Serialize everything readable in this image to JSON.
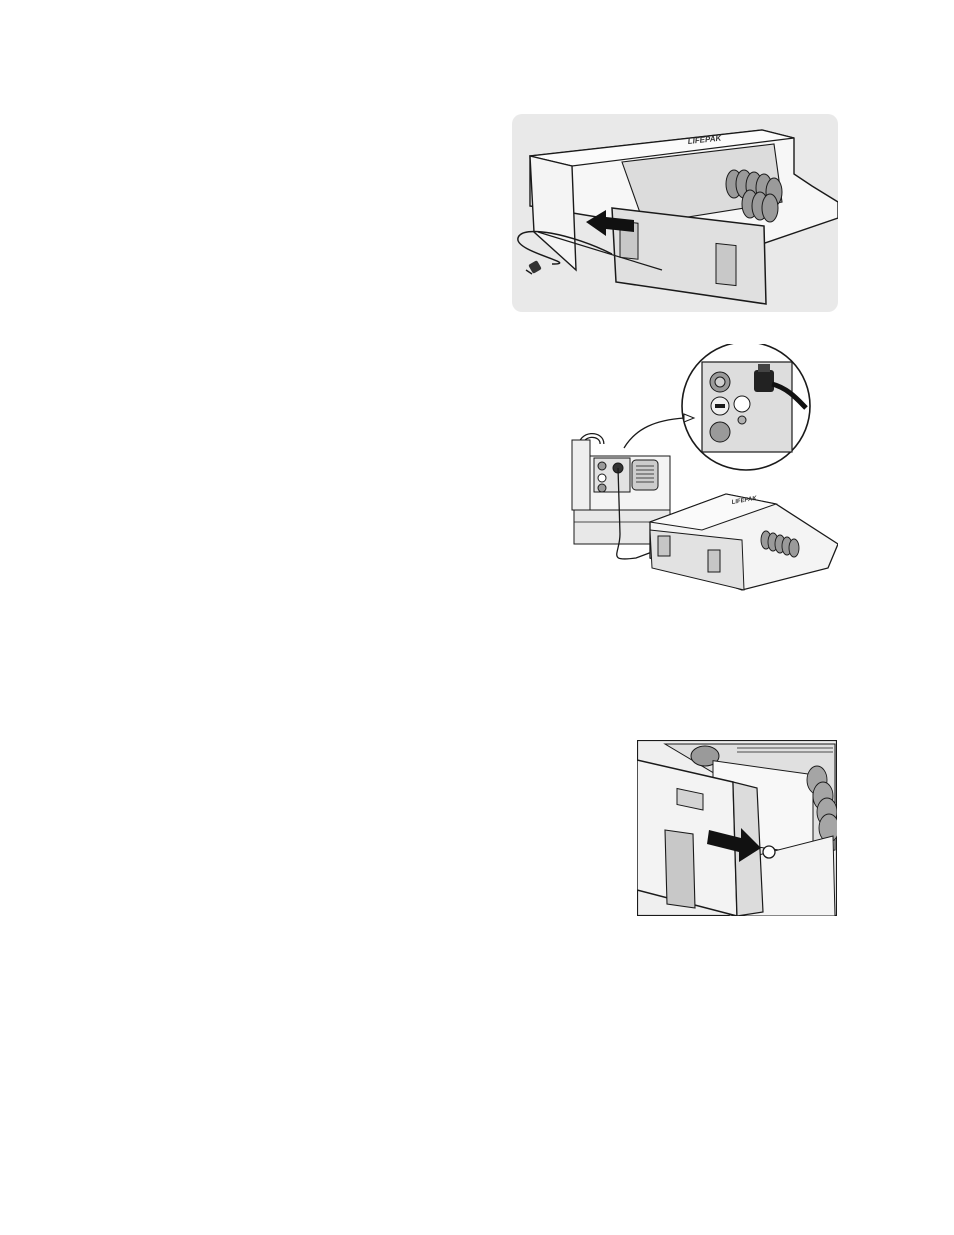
{
  "figures": [
    {
      "id": "figure-1",
      "device_brand": "LIFEPAK"
    },
    {
      "id": "figure-2",
      "device_brand": "LIFEPAK"
    },
    {
      "id": "figure-3"
    }
  ],
  "colors": {
    "line": "#1a1a1a",
    "light_panel": "#f4f4f4",
    "mid_gray": "#c8c8c8",
    "dark_gray": "#8a8a8a",
    "photo_bg": "#e6e6e6"
  },
  "icons": [
    "arrow-left-icon",
    "arrow-right-icon",
    "connector-plug-icon",
    "power-cord-icon",
    "callout-arrow-icon"
  ]
}
